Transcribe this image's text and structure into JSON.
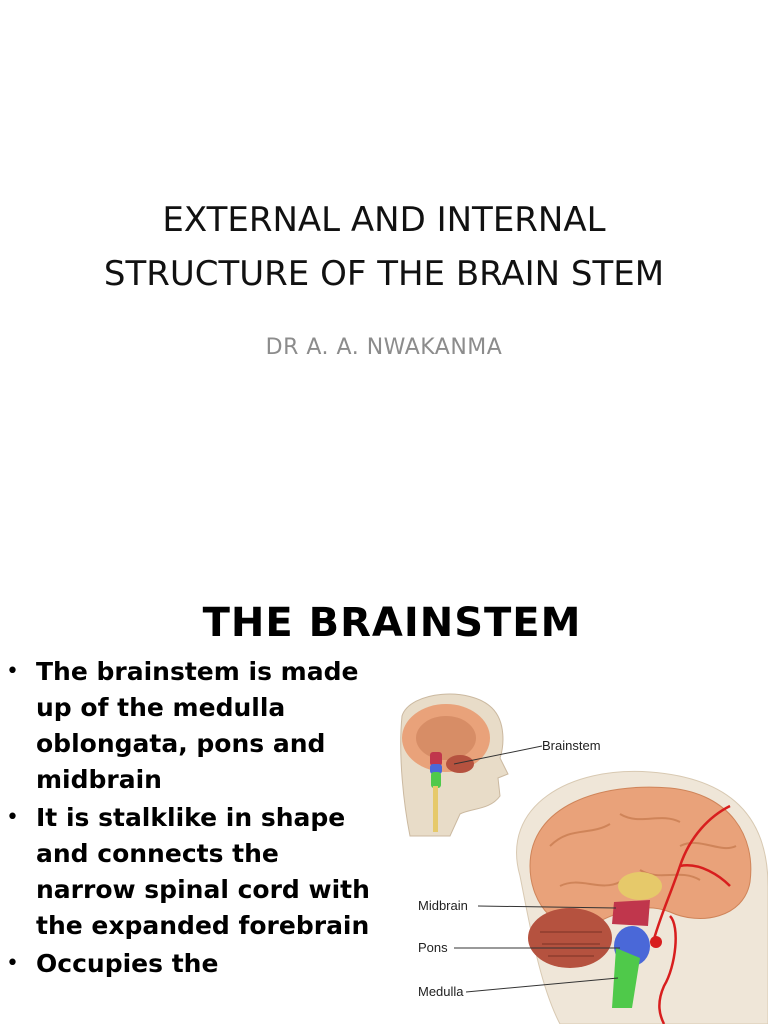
{
  "slide1": {
    "title_line1": "EXTERNAL AND INTERNAL",
    "title_line2": "STRUCTURE OF THE BRAIN STEM",
    "author": "DR A. A. NWAKANMA"
  },
  "slide2": {
    "title": "THE BRAINSTEM",
    "bullets": [
      "The brainstem is made up of the medulla oblongata, pons and midbrain",
      "It is stalklike in shape and connects the narrow spinal cord with the expanded forebrain",
      "Occupies the"
    ],
    "figure": {
      "labels": {
        "brainstem": "Brainstem",
        "midbrain": "Midbrain",
        "pons": "Pons",
        "medulla": "Medulla"
      },
      "colors": {
        "brain": "#e9a27a",
        "cerebellum": "#b5523f",
        "midbrain": "#c0364c",
        "pons": "#4a68d8",
        "medulla": "#4fc94a",
        "artery": "#d81e1e",
        "head": "#e8dcc8"
      }
    }
  }
}
